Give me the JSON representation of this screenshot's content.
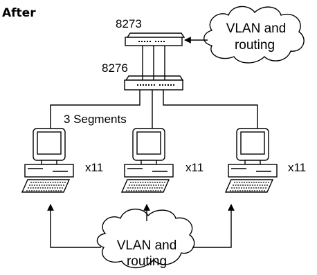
{
  "title": "After",
  "switches": {
    "top": {
      "label": "8273"
    },
    "bottom": {
      "label": "8276"
    }
  },
  "clouds": {
    "top": {
      "line1": "VLAN and",
      "line2": "routing"
    },
    "bottom": {
      "line1": "VLAN and",
      "line2": "routing"
    }
  },
  "segments_label": "3 Segments",
  "computers": [
    {
      "count": "x11"
    },
    {
      "count": "x11"
    },
    {
      "count": "x11"
    }
  ]
}
